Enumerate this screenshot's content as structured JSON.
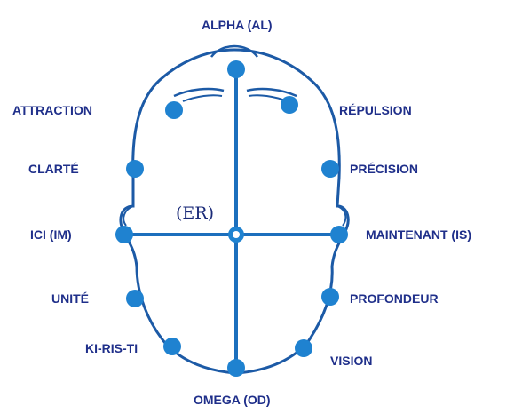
{
  "colors": {
    "outline": "#1c5aa6",
    "dot": "#1f82d0",
    "label": "#1f2f8a"
  },
  "labels": {
    "top": "ALPHA (AL)",
    "attraction": "ATTRACTION",
    "repulsion": "RÉPULSION",
    "clarte": "CLARTÉ",
    "precision": "PRÉCISION",
    "ici": "ICI (IM)",
    "center": "(ER)",
    "maintenant": "MAINTENANT (IS)",
    "unite": "UNITÉ",
    "profondeur": "PROFONDEUR",
    "kiristi": "KI-RIS-TI",
    "vision": "VISION",
    "bottom": "OMEGA (OD)"
  }
}
